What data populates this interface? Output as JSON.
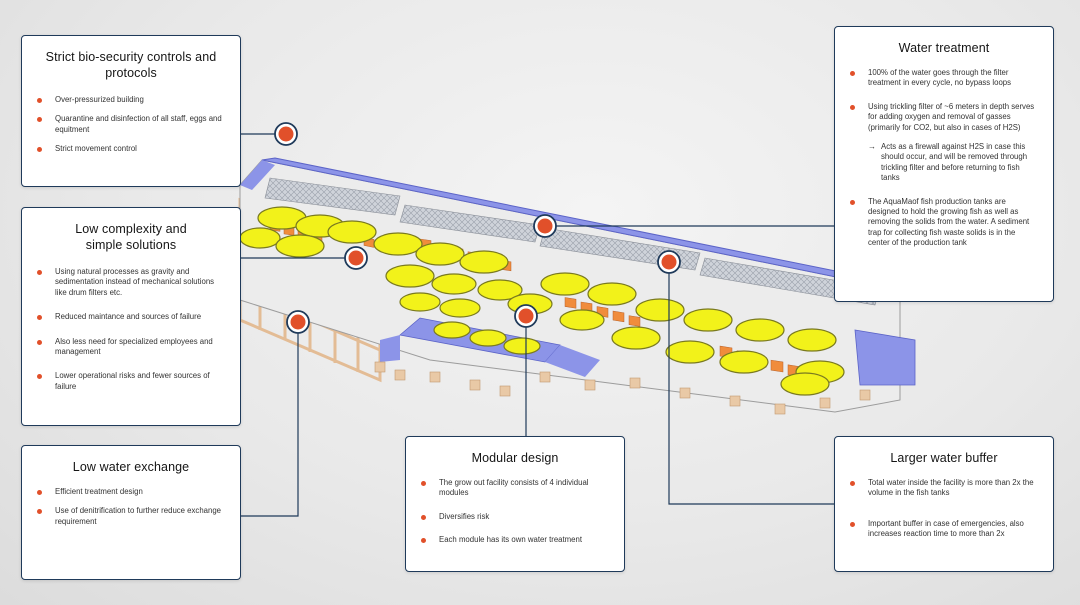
{
  "colors": {
    "accent": "#e1502a",
    "card_border": "#1f3a5a",
    "tank_yellow": "#f2f21a",
    "filter_orange": "#f08c3c",
    "wall_blue": "#8c94e8",
    "structure_tan": "#e9c9a6"
  },
  "cards": {
    "bio": {
      "title": "Strict bio-security controls and protocols",
      "items": [
        "Over-pressurized building",
        "Quarantine and disinfection of all staff, eggs and equitment",
        "Strict movement control"
      ]
    },
    "low": {
      "title": "Low complexity and simple solutions",
      "items": [
        "Using natural processes as gravity and sedimentation instead of mechanical solutions like drum filters etc.",
        "Reduced maintance and sources of failure",
        "Also less need for specialized employees and management",
        "Lower operational risks and fewer sources of failure"
      ]
    },
    "exchange": {
      "title": "Low water exchange",
      "items": [
        "Efficient treatment design",
        "Use of denitrification to further reduce exchange requirement"
      ]
    },
    "modular": {
      "title": "Modular design",
      "items": [
        "The grow out facility consists of 4 individual modules",
        "Diversifies risk",
        "Each module has its own water treatment"
      ]
    },
    "water": {
      "title": "Water treatment",
      "items": [
        "100% of the water goes through the filter treatment in every cycle, no bypass loops",
        "Using trickling filter of ~6 meters in depth serves for adding oxygen and removal of gasses (primarily for CO2, but also in cases of H2S)",
        "The AquaMaof fish production tanks are designed to hold the growing fish as well as removing the solids from the water. A sediment trap for collecting fish waste solids is in the center of the production tank"
      ],
      "sub_arrow": "→",
      "sub": "Acts as a firewall against H2S in case this should occur, and will be removed through trickling filter and before returning to fish tanks"
    },
    "buffer": {
      "title": "Larger water buffer",
      "items": [
        "Total water inside the facility is more than 2x the volume in the fish tanks",
        "Important buffer in case of emergencies, also increases reaction time to more than 2x"
      ]
    }
  }
}
